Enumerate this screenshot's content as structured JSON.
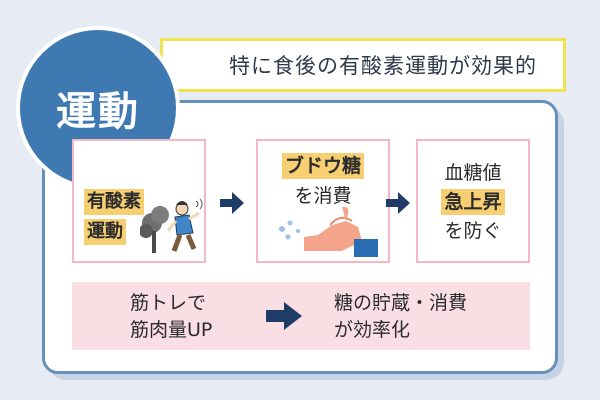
{
  "circle": {
    "title": "運動"
  },
  "banner": {
    "text": "特に食後の有酸素運動が効果的"
  },
  "steps": [
    {
      "highlight": [
        "有酸素",
        "運動"
      ]
    },
    {
      "highlight": [
        "ブドウ糖"
      ],
      "text": [
        "を消費"
      ]
    },
    {
      "text_top": [
        "血糖値"
      ],
      "highlight": [
        "急上昇"
      ],
      "text": [
        "を防ぐ"
      ]
    }
  ],
  "bottom": {
    "left": [
      "筋トレで",
      "筋肉量UP"
    ],
    "right": [
      "糖の貯蔵・消費",
      "が効率化"
    ]
  },
  "colors": {
    "primary": "#3f79b1",
    "accent_highlight": "#f6cf73",
    "banner_border": "#f0e44e",
    "arrow": "#1f3c66",
    "pink": "#f9dfe4"
  }
}
